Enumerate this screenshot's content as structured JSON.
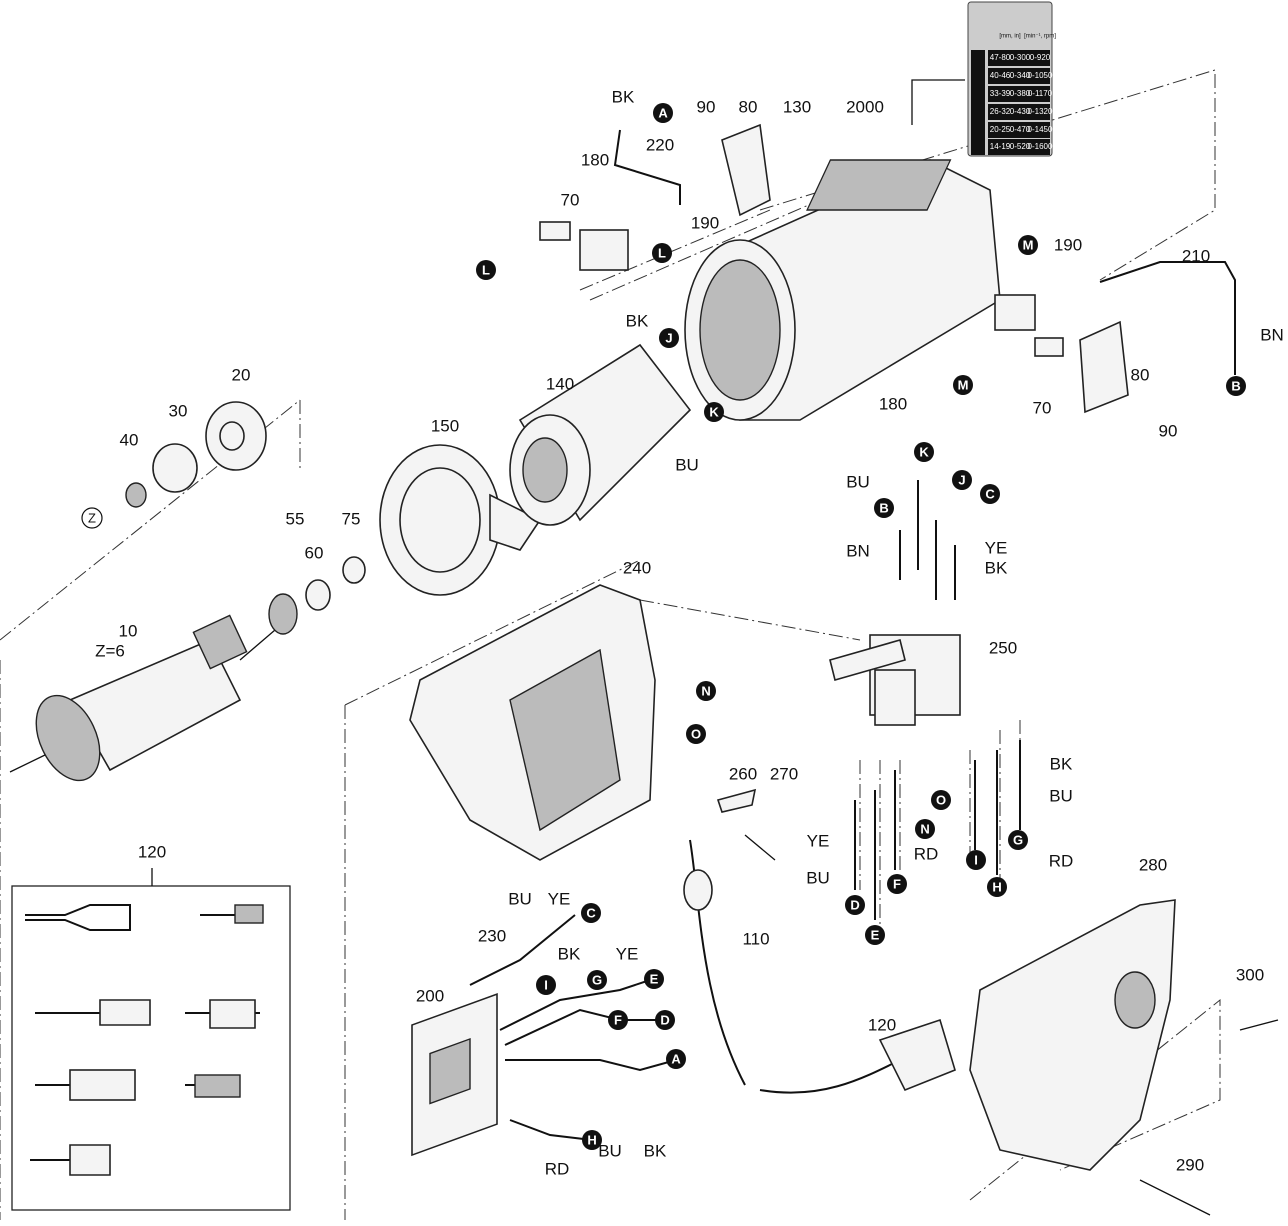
{
  "parts": {
    "p2000": "2000",
    "p130": "130",
    "p80a": "80",
    "p90a": "90",
    "p220": "220",
    "p180a": "180",
    "p70a": "70",
    "p190a": "190",
    "p190b": "190",
    "p210": "210",
    "p80b": "80",
    "p180b": "180",
    "p70b": "70",
    "p90b": "90",
    "p140": "140",
    "p20": "20",
    "p30": "30",
    "p40": "40",
    "p150": "150",
    "p55": "55",
    "p60": "60",
    "p75": "75",
    "p10": "10",
    "z6": "Z=6",
    "p240": "240",
    "p250": "250",
    "p260": "260",
    "p270": "270",
    "p110": "110",
    "p120a": "120",
    "p120b": "120",
    "p280": "280",
    "p300": "300",
    "p290": "290",
    "p230": "230",
    "p200": "200"
  },
  "wires": {
    "w1": "BK",
    "w2": "BK",
    "w3": "BU",
    "w4": "BN",
    "w5": "BU",
    "w6": "BN",
    "w7": "YE",
    "w8": "BK",
    "w9": "BK",
    "w10": "BU",
    "w11": "RD",
    "w12": "RD",
    "w13": "YE",
    "w14": "BU",
    "w15": "BU",
    "w16": "YE",
    "w17": "BK",
    "w18": "YE",
    "w19": "RD",
    "w20": "BU",
    "w21": "BK"
  },
  "callouts": {
    "c1": "A",
    "c2": "L",
    "c3": "L",
    "c4": "M",
    "c5": "M",
    "c6": "B",
    "c7": "J",
    "c8": "K",
    "c9": "K",
    "c10": "J",
    "c11": "C",
    "c12": "B",
    "c13": "N",
    "c14": "O",
    "c15": "O",
    "c16": "N",
    "c17": "G",
    "c18": "I",
    "c19": "H",
    "c20": "F",
    "c21": "D",
    "c22": "E",
    "c23": "C",
    "c24": "I",
    "c25": "G",
    "c26": "E",
    "c27": "F",
    "c28": "D",
    "c29": "A",
    "c30": "H",
    "c31": "Z"
  },
  "speed_table": {
    "unit_stroke": "[mm, in]",
    "unit_speed": "[min⁻¹, rpm]",
    "rows": [
      {
        "material": "47-80",
        "stroke": "0-300",
        "speed": "0-920"
      },
      {
        "material": "40-46",
        "stroke": "0-340",
        "speed": "0-1050"
      },
      {
        "material": "33-39",
        "stroke": "0-380",
        "speed": "0-1170"
      },
      {
        "material": "26-32",
        "stroke": "0-430",
        "speed": "0-1320"
      },
      {
        "material": "20-25",
        "stroke": "0-470",
        "speed": "0-1450"
      },
      {
        "material": "14-19",
        "stroke": "0-520",
        "speed": "0-1600"
      }
    ]
  }
}
